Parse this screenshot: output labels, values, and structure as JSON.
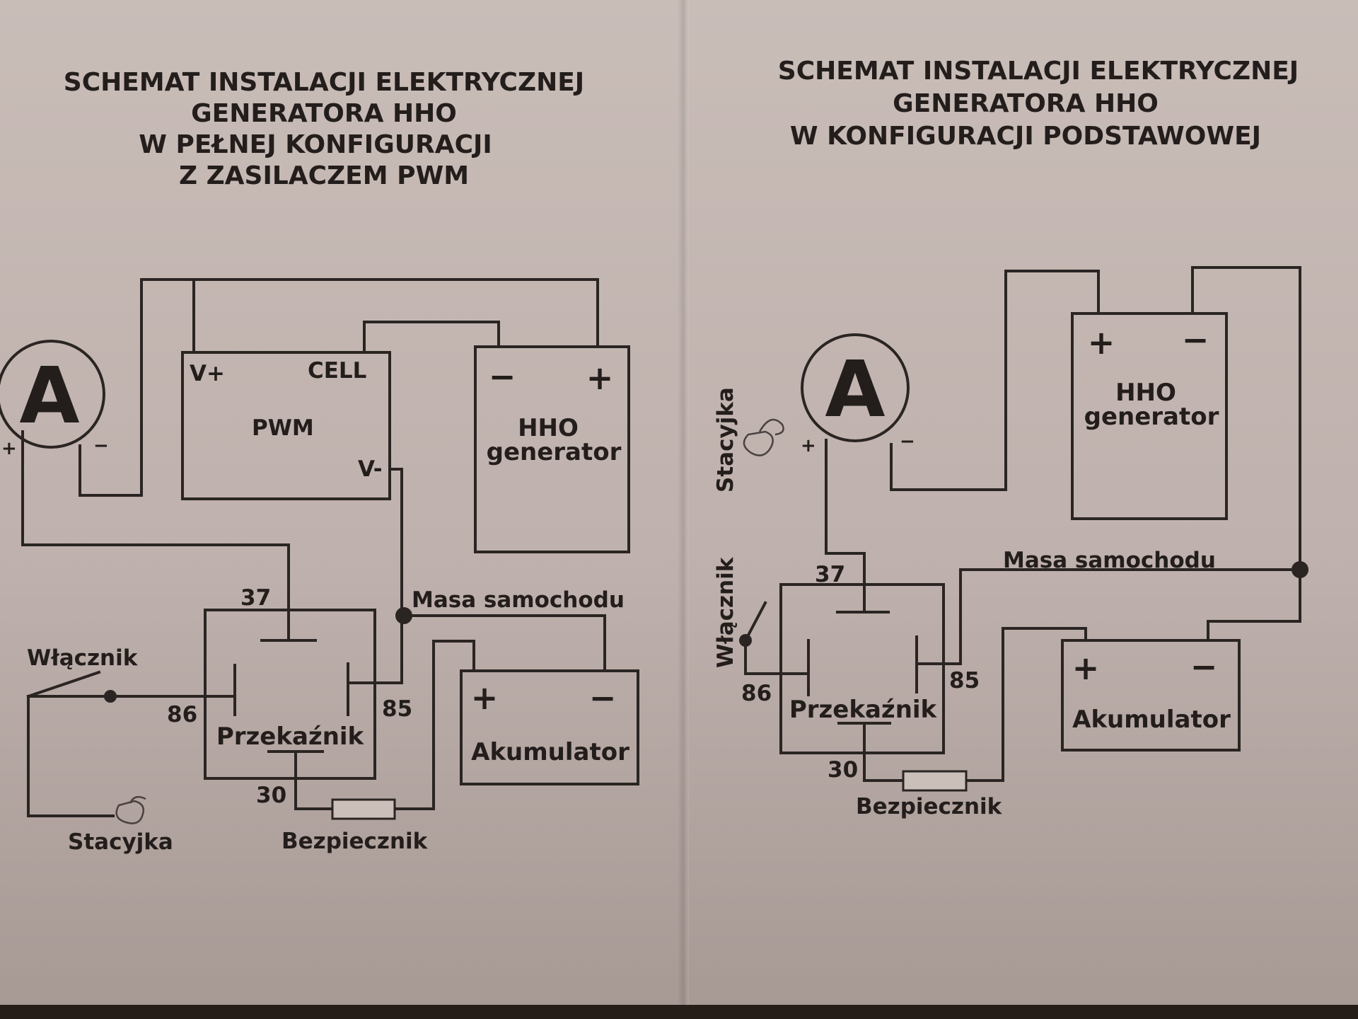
{
  "left": {
    "title": [
      "SCHEMAT INSTALACJI ELEKTRYCZNEJ",
      "GENERATORA HHO",
      "W PEŁNEJ KONFIGURACJI",
      "Z ZASILACZEM PWM"
    ],
    "ammeter": "A",
    "ammeter_plus": "+",
    "ammeter_minus": "−",
    "pwm": {
      "name": "PWM",
      "vplus": "V+",
      "cell": "CELL",
      "vminus": "V-"
    },
    "hho": {
      "name": "HHO",
      "name2": "generator",
      "minus": "−",
      "plus": "+"
    },
    "relay": {
      "name": "Przekaźnik",
      "p37": "37",
      "p86": "86",
      "p85": "85",
      "p30": "30"
    },
    "ground": "Masa samochodu",
    "battery": {
      "name": "Akumulator",
      "plus": "+",
      "minus": "−"
    },
    "switch": "Włącznik",
    "ignition": "Stacyjka",
    "fuse": "Bezpiecznik"
  },
  "right": {
    "title": [
      "SCHEMAT INSTALACJI ELEKTRYCZNEJ",
      "GENERATORA HHO",
      "W KONFIGURACJI PODSTAWOWEJ"
    ],
    "ammeter": "A",
    "ammeter_plus": "+",
    "ammeter_minus": "−",
    "hho": {
      "name": "HHO",
      "name2": "generator",
      "plus": "+",
      "minus": "−"
    },
    "relay": {
      "name": "Przekaźnik",
      "p37": "37",
      "p86": "86",
      "p85": "85",
      "p30": "30"
    },
    "ground": "Masa samochodu",
    "battery": {
      "name": "Akumulator",
      "plus": "+",
      "minus": "−"
    },
    "switch": "Włącznik",
    "ignition": "Stacyjka",
    "fuse": "Bezpiecznik"
  }
}
